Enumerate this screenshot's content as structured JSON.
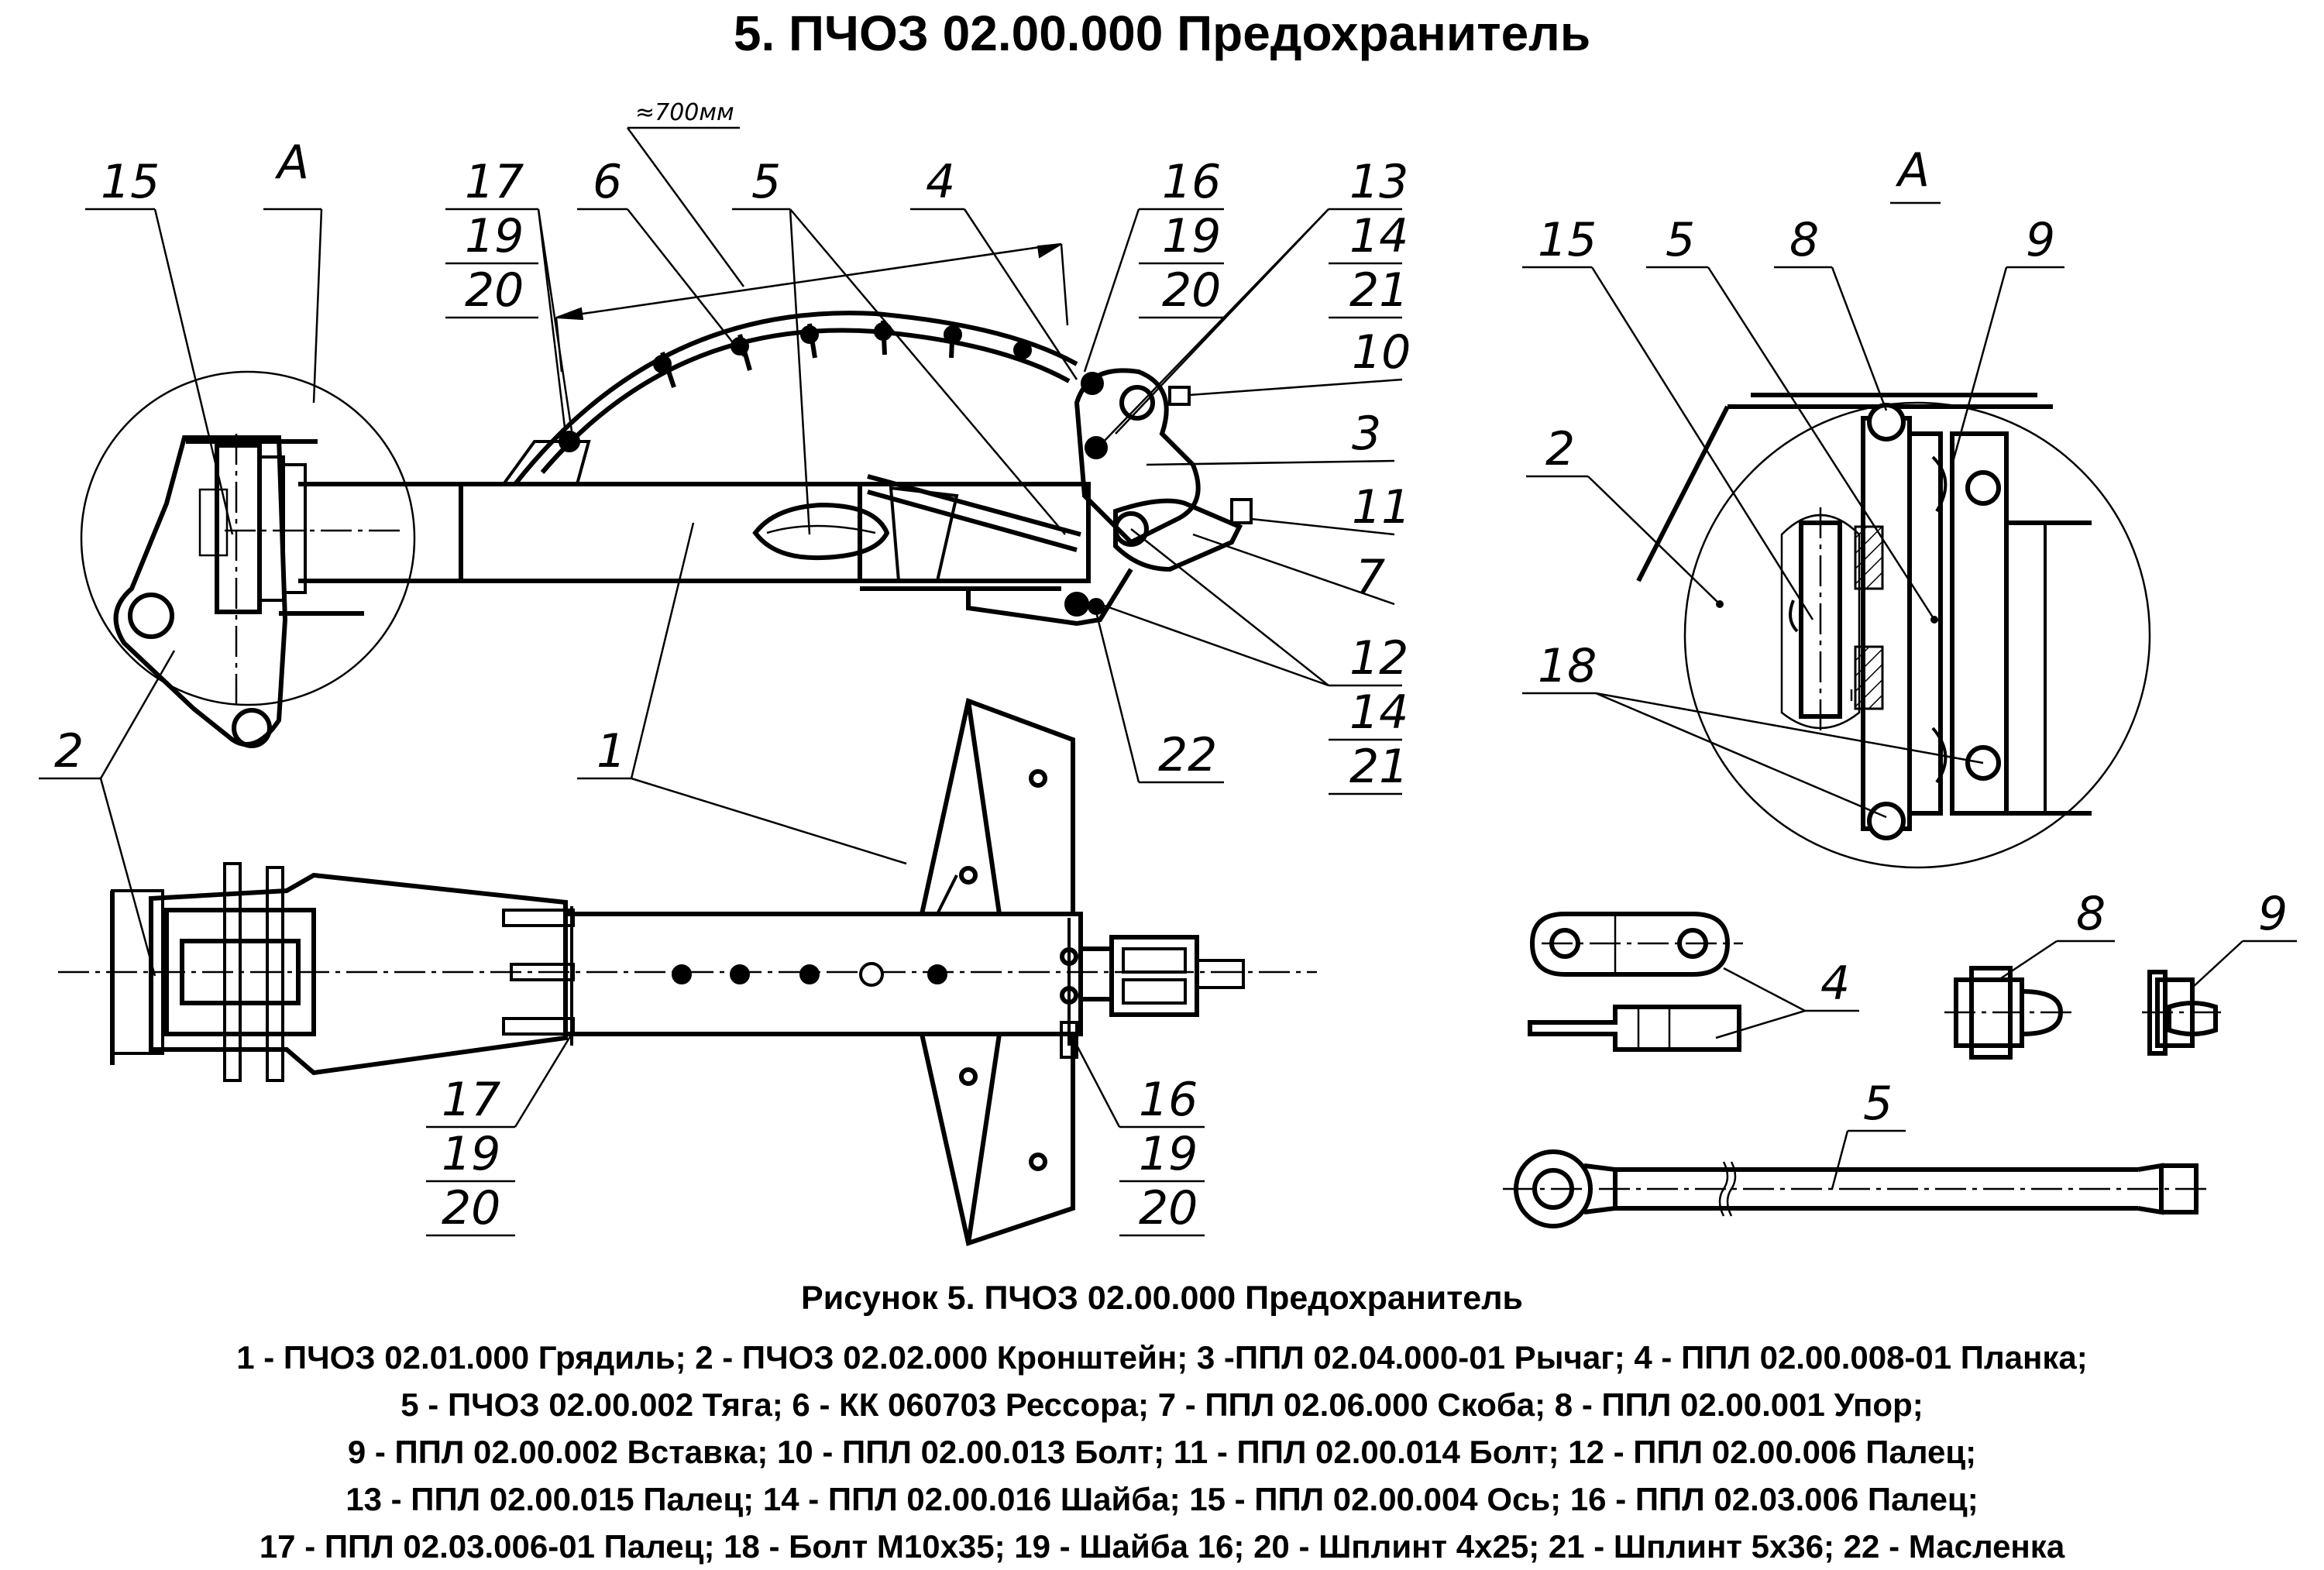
{
  "title": "5. ПЧОЗ 02.00.000 Предохранитель",
  "dimension": "≈700мм",
  "views": {
    "view_a_label_left": "А",
    "view_a_label_right": "А"
  },
  "callouts": {
    "c15_left": "15",
    "c17_19_20_top": [
      "17",
      "19",
      "20"
    ],
    "c6": "6",
    "c5_top": "5",
    "c4_top": "4",
    "c16_19_20_top": [
      "16",
      "19",
      "20"
    ],
    "c13_14_21": [
      "13",
      "14",
      "21"
    ],
    "c10": "10",
    "c3": "3",
    "c11": "11",
    "c7": "7",
    "c12_14_21": [
      "12",
      "14",
      "21"
    ],
    "c22": "22",
    "c1": "1",
    "c2_left": "2",
    "c17_19_20_bottom": [
      "17",
      "19",
      "20"
    ],
    "c16_19_20_bottom": [
      "16",
      "19",
      "20"
    ],
    "c15_right": "15",
    "c5_right": "5",
    "c8_right": "8",
    "c9_right": "9",
    "c2_right": "2",
    "c18": "18",
    "c4_detail": "4",
    "c8_detail": "8",
    "c9_detail": "9",
    "c5_detail": "5"
  },
  "caption": "Рисунок 5. ПЧОЗ 02.00.000 Предохранитель",
  "legend_lines": [
    "1 - ПЧОЗ 02.01.000 Грядиль; 2 - ПЧОЗ 02.02.000 Кронштейн; 3 -ППЛ 02.04.000-01 Рычаг; 4 - ППЛ 02.00.008-01 Планка;",
    "5 - ПЧОЗ 02.00.002 Тяга; 6 - КК 060703 Рессора; 7 - ППЛ 02.06.000 Скоба; 8 - ППЛ 02.00.001 Упор;",
    "9 - ППЛ 02.00.002 Вставка; 10 - ППЛ 02.00.013 Болт; 11 - ППЛ 02.00.014 Болт; 12 - ППЛ 02.00.006 Палец;",
    "13 - ППЛ 02.00.015 Палец; 14 - ППЛ 02.00.016 Шайба; 15 - ППЛ 02.00.004 Ось; 16 - ППЛ 02.03.006 Палец;",
    "17 - ППЛ 02.03.006-01 Палец; 18 - Болт М10х35; 19 - Шайба 16; 20 - Шплинт 4х25; 21 - Шплинт 5х36; 22 - Масленка"
  ]
}
